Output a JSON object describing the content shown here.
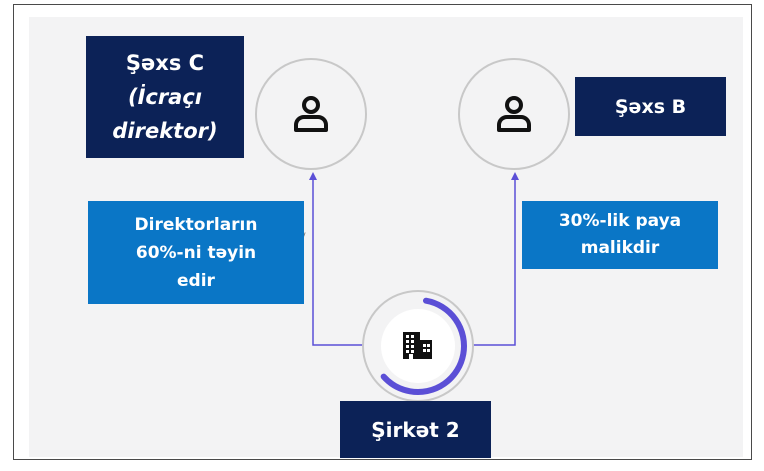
{
  "colors": {
    "navy": "#0c2257",
    "blue": "#0a76c6",
    "connector": "#5b4fd6",
    "circle_border": "#c8c8c8",
    "background": "#f3f3f4"
  },
  "icons": {
    "person_c": "person-icon",
    "person_b": "person-icon",
    "company": "building-icon"
  },
  "person_c": {
    "name": "Şəxs C",
    "role_line1": "(İcraçı",
    "role_line2": "direktor)"
  },
  "person_b": {
    "name": "Şəxs B"
  },
  "relation_c": {
    "line1": "Direktorların",
    "line2": "60%-ni təyin",
    "line3": "edir"
  },
  "relation_b": {
    "line1": "30%-lik paya",
    "line2": "malikdir"
  },
  "company": {
    "name": "Şirkət 2"
  }
}
